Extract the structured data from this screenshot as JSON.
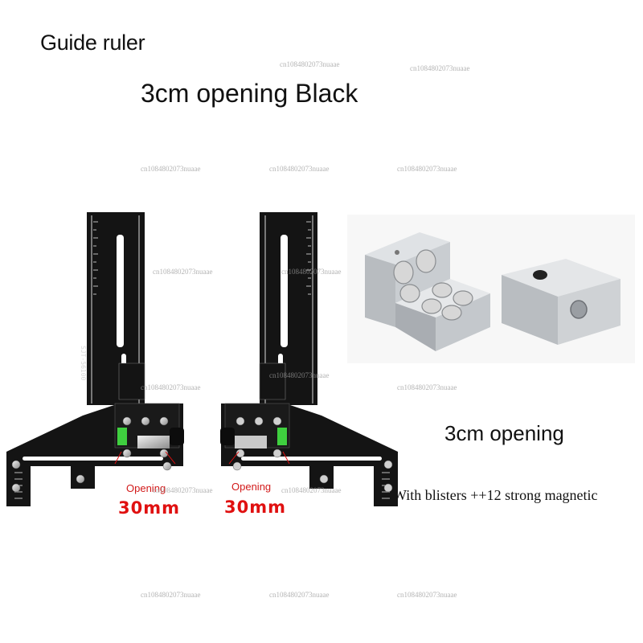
{
  "title": "Guide ruler",
  "subtitle": "3cm opening Black",
  "block_label": "3cm opening",
  "magnet_note": "With blisters ++12 strong magnetic",
  "ruler_left": {
    "opening_word": "Opening",
    "opening_size": "30mm"
  },
  "ruler_right": {
    "opening_word": "Opening",
    "opening_size": "30mm"
  },
  "model_code": "SJT-56100",
  "watermark": "cn1084802073nuaae",
  "colors": {
    "ruler_body": "#141414",
    "level_vial": "#3fcf3f",
    "annotation_red": "#e01010",
    "aluminum": "#cfd2d5"
  }
}
